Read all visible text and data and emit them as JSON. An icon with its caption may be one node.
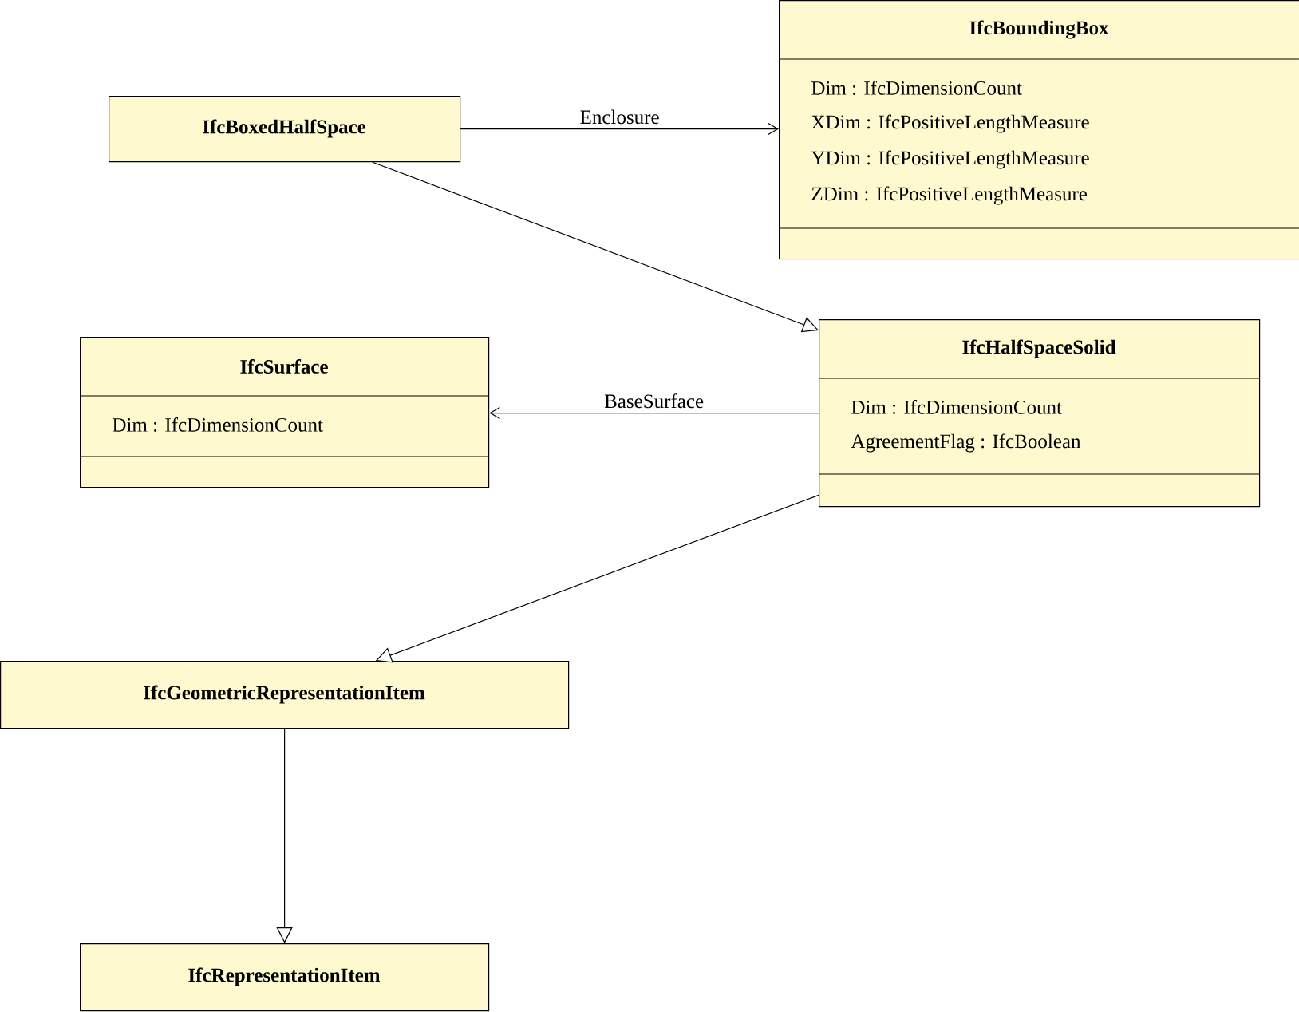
{
  "diagram": {
    "nodes": [
      {
        "text": [
          "IfcBoxedHalfSpace"
        ]
      },
      {
        "text": [
          "IfcBoundingBox",
          "Dim : IfcDimensionCount",
          "XDim : IfcPositiveLengthMeasure",
          "YDim : IfcPositiveLengthMeasure",
          "ZDim : IfcPositiveLengthMeasure"
        ]
      },
      {
        "text": [
          "IfcSurface",
          "Dim : IfcDimensionCount"
        ]
      },
      {
        "text": [
          "IfcHalfSpaceSolid",
          "Dim : IfcDimensionCount",
          "AgreementFlag : IfcBoolean"
        ]
      },
      {
        "text": [
          "IfcGeometricRepresentationItem"
        ]
      },
      {
        "text": [
          "IfcRepresentationItem"
        ]
      }
    ],
    "edges": [
      {
        "from": 0,
        "to": 1,
        "arrow": "to",
        "label": "Enclosure"
      },
      {
        "from": 0,
        "to": 3,
        "arrow": "to"
      },
      {
        "from": 3,
        "to": 2,
        "arrow": "to",
        "label": "BaseSurface"
      },
      {
        "from": 3,
        "to": 4,
        "arrow": "to"
      },
      {
        "from": 4,
        "to": 5,
        "arrow": "to"
      }
    ]
  }
}
